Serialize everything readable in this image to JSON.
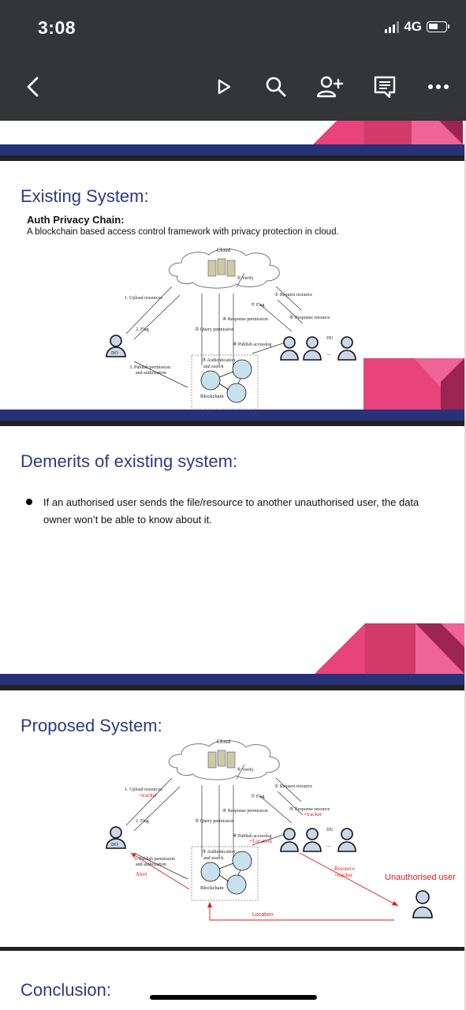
{
  "status_bar": {
    "time": "3:08",
    "network": "4G"
  },
  "toolbar": {
    "icons": [
      "back-icon",
      "present-icon",
      "search-icon",
      "add-person-icon",
      "comments-icon",
      "more-icon"
    ]
  },
  "slides": {
    "existing": {
      "title": "Existing System:",
      "subtitle": "Auth Privacy Chain:",
      "description": "A blockchain based access control framework with privacy protection in cloud."
    },
    "demerits": {
      "title": "Demerits of existing system:",
      "bullet": "If an authorised user sends the file/resource to another unauthorised user, the data owner won’t be able to know about it."
    },
    "proposed": {
      "title": "Proposed System:"
    },
    "conclusion": {
      "title": "Conclusion:"
    }
  },
  "diagram": {
    "cloud": "Cloud",
    "verify": "⑤ Verify",
    "request_resource": "① Request resource",
    "upload_resources": "1. Upload resources",
    "flag_top": "⑦ Flag",
    "response_permission": "④ Response permission",
    "response_resource": "⑥ Response resource",
    "flag": "2. Flag",
    "query_permission": "② Query permission",
    "du": "DU",
    "publish_accesslog": "⑧ Publish accesslog",
    "do": "DO",
    "auth_search_1": "③ Authentication",
    "auth_search_2": "and search",
    "publish_permission_1": "3. Publish permission",
    "publish_permission_2": "and authrization",
    "blockchain": "Blockchain",
    "ellipsis": "..."
  },
  "proposed_annotations": {
    "tracker_upload": "+tracker",
    "tracker_response": "+tracker",
    "location_log": "+Location",
    "alert": "Alert",
    "resource_1": "Resource",
    "resource_2": "+tracker",
    "unauthorised_user": "Unauthorised user",
    "location": "Location"
  },
  "colors": {
    "status_bar": "#333537",
    "title_blue": "#2c3a86",
    "band_navy": "#27327a",
    "accent_pink": "#e8437a",
    "accent_maroon": "#9b2450",
    "annotation_red": "#e01b1b"
  }
}
